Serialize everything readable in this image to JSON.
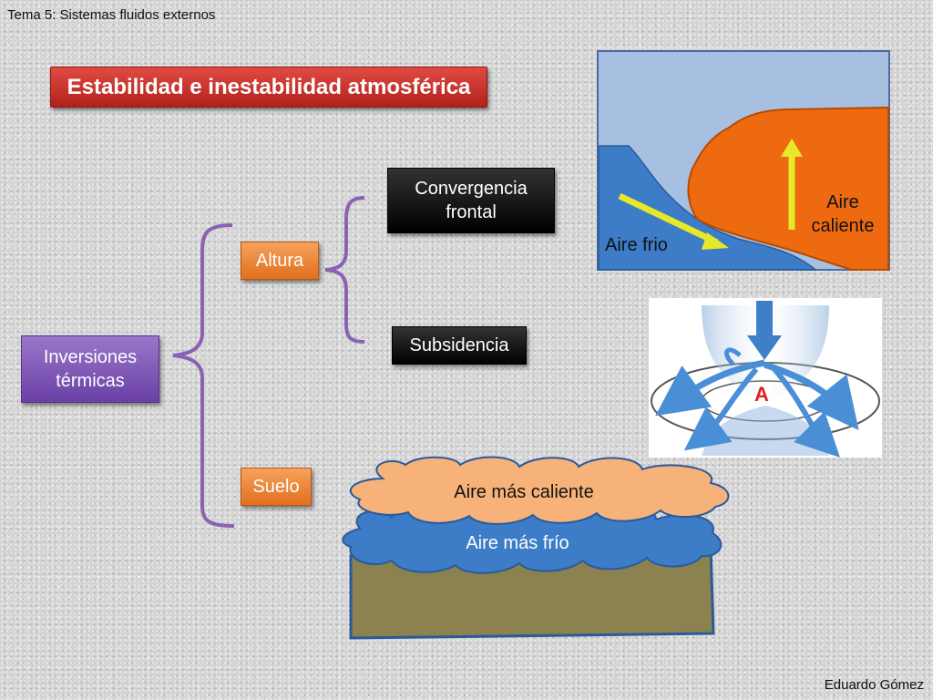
{
  "header": {
    "text": "Tema 5: Sistemas fluidos externos"
  },
  "footer": {
    "author": "Eduardo Gómez"
  },
  "title": "Estabilidad e inestabilidad atmosférica",
  "diagram": {
    "root": "Inversiones térmicas",
    "branches": {
      "altura": "Altura",
      "suelo": "Suelo"
    },
    "altura_children": {
      "convergencia": "Convergencia frontal",
      "subsidencia": "Subsidencia"
    }
  },
  "front_illustration": {
    "cold_air": "Aire frio",
    "warm_air": "Aire caliente"
  },
  "anticyclone_illustration": {
    "label": "A"
  },
  "ground_illustration": {
    "warm_layer": "Aire más caliente",
    "cold_layer": "Aire  más frío"
  },
  "colors": {
    "title_red": "#c9302a",
    "purple": "#7b52b3",
    "orange": "#ee8535",
    "cold_blue": "#3d7cc6",
    "warm_orange": "#ee6a10",
    "ground": "#8c8250"
  }
}
